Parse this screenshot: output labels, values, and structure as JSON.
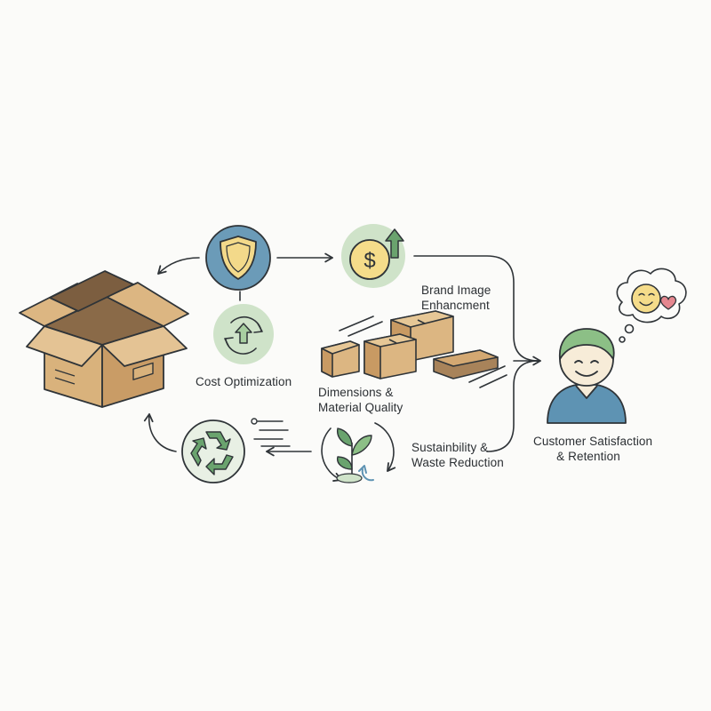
{
  "labels": {
    "cost_optimization": "Cost Optimization",
    "brand_image": [
      "Brand Image",
      "Enhancment"
    ],
    "dimensions": [
      "Dimensions &",
      "Material Quality"
    ],
    "sustainability": [
      "Sustainbility &",
      "Waste Reduction"
    ],
    "customer": [
      "Customer Satisfaction",
      "& Retention"
    ]
  },
  "icons": {
    "main": "open-cardboard-box-icon",
    "cost": "shield-icon",
    "cost_cycle": "up-arrow-cycle-icon",
    "brand": "dollar-coin-up-arrow-icon",
    "dimensions": "box-group-icon",
    "recycle": "recycle-icon",
    "plant": "sprout-cycle-icon",
    "customer": "smiling-person-icon",
    "thought": "thought-bubble-smiley-heart-icon"
  },
  "colors": {
    "stroke": "#2f3438",
    "cardboard": "#d9b27c",
    "cardboard_dark": "#8a6a48",
    "shield_blue": "#6b9bb8",
    "shield_yellow": "#f3d98a",
    "green_soft": "#cfe3c9",
    "green": "#6aa36e",
    "coin_yellow": "#f5dc8a",
    "person_blue": "#5e93b3",
    "hair_green": "#8cbf86",
    "skin": "#f7ecd8",
    "heart": "#e5878f"
  }
}
